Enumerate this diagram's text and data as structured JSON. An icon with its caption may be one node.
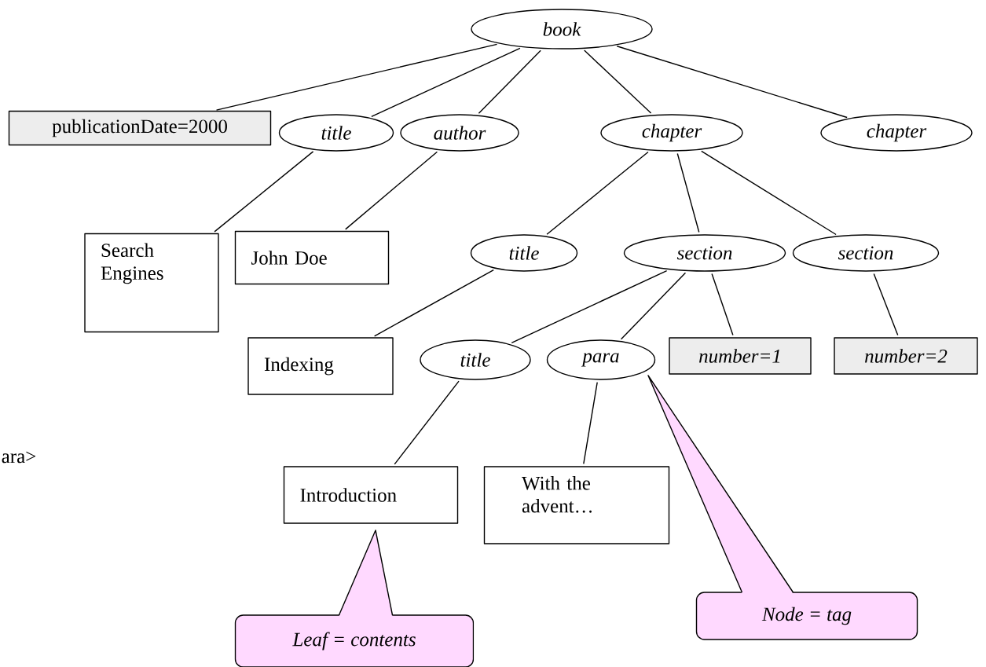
{
  "diagram": {
    "nodes": [
      {
        "text": [
          "book"
        ]
      },
      {
        "text": [
          "publicationDate=2000"
        ]
      },
      {
        "text": [
          "title"
        ]
      },
      {
        "text": [
          "author"
        ]
      },
      {
        "text": [
          "chapter"
        ]
      },
      {
        "text": [
          "chapter"
        ]
      },
      {
        "text": [
          "Search Engines"
        ]
      },
      {
        "text": [
          "John Doe"
        ]
      },
      {
        "text": [
          "title"
        ]
      },
      {
        "text": [
          "section"
        ]
      },
      {
        "text": [
          "section"
        ]
      },
      {
        "text": [
          "Indexing"
        ]
      },
      {
        "text": [
          "title"
        ]
      },
      {
        "text": [
          "para"
        ]
      },
      {
        "text": [
          "number=1"
        ]
      },
      {
        "text": [
          "number=2"
        ]
      },
      {
        "text": [
          "Introduction"
        ]
      },
      {
        "text": [
          "With the advent…"
        ]
      },
      {
        "text": [
          "Leaf  = contents"
        ]
      },
      {
        "text": [
          "Node = tag"
        ]
      }
    ],
    "edges": [
      {
        "from": 0,
        "to": 1,
        "arrow": "none"
      },
      {
        "from": 0,
        "to": 2,
        "arrow": "none"
      },
      {
        "from": 0,
        "to": 3,
        "arrow": "none"
      },
      {
        "from": 0,
        "to": 4,
        "arrow": "none"
      },
      {
        "from": 0,
        "to": 5,
        "arrow": "none"
      },
      {
        "from": 2,
        "to": 6,
        "arrow": "none"
      },
      {
        "from": 3,
        "to": 7,
        "arrow": "none"
      },
      {
        "from": 4,
        "to": 8,
        "arrow": "none"
      },
      {
        "from": 4,
        "to": 9,
        "arrow": "none"
      },
      {
        "from": 4,
        "to": 10,
        "arrow": "none"
      },
      {
        "from": 8,
        "to": 11,
        "arrow": "none"
      },
      {
        "from": 9,
        "to": 12,
        "arrow": "none"
      },
      {
        "from": 9,
        "to": 13,
        "arrow": "none"
      },
      {
        "from": 9,
        "to": 14,
        "arrow": "none"
      },
      {
        "from": 10,
        "to": 15,
        "arrow": "none"
      },
      {
        "from": 12,
        "to": 16,
        "arrow": "none"
      },
      {
        "from": 13,
        "to": 17,
        "arrow": "none"
      }
    ],
    "labels": [
      "ara>"
    ]
  }
}
